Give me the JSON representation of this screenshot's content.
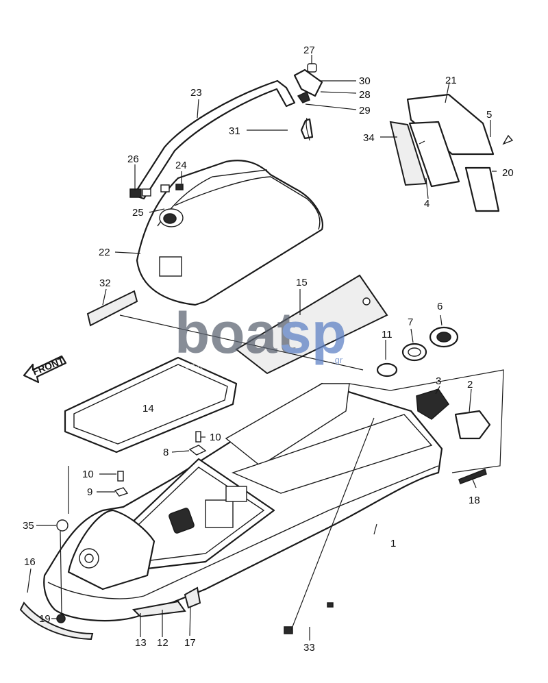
{
  "diagram": {
    "front_label": "FRONT",
    "watermark": {
      "brand": "boatsp",
      "brand_part1": "boat",
      "brand_part2": "sp",
      "tld": ".gr",
      "tagline": "boat spare parts",
      "colors": {
        "dark": "#5a6270",
        "accent": "#5b7fc4"
      }
    },
    "callouts": {
      "c1": "1",
      "c2": "2",
      "c3": "3",
      "c4": "4",
      "c5": "5",
      "c6": "6",
      "c7": "7",
      "c8": "8",
      "c9": "9",
      "c10a": "10",
      "c10b": "10",
      "c11": "11",
      "c12": "12",
      "c13": "13",
      "c14": "14",
      "c15": "15",
      "c16": "16",
      "c17": "17",
      "c18": "18",
      "c19": "19",
      "c20": "20",
      "c21": "21",
      "c22": "22",
      "c23": "23",
      "c24": "24",
      "c25": "25",
      "c26": "26",
      "c27": "27",
      "c28": "28",
      "c29": "29",
      "c30": "30",
      "c31": "31",
      "c32": "32",
      "c33": "33",
      "c34": "34",
      "c35": "35"
    }
  }
}
